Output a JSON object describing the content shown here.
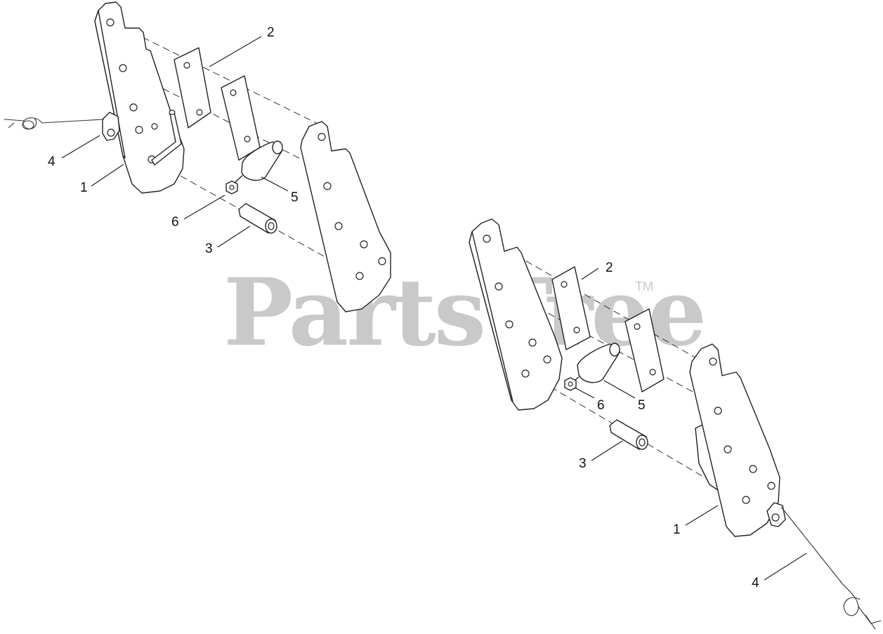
{
  "watermark": {
    "text": "PartsTree",
    "trademark": "TM"
  },
  "assemblies": [
    {
      "callouts": [
        {
          "id": "1",
          "label": "1"
        },
        {
          "id": "2",
          "label": "2"
        },
        {
          "id": "3",
          "label": "3"
        },
        {
          "id": "4",
          "label": "4"
        },
        {
          "id": "5",
          "label": "5"
        },
        {
          "id": "6",
          "label": "6"
        }
      ]
    },
    {
      "callouts": [
        {
          "id": "1",
          "label": "1"
        },
        {
          "id": "2",
          "label": "2"
        },
        {
          "id": "3",
          "label": "3"
        },
        {
          "id": "4",
          "label": "4"
        },
        {
          "id": "5",
          "label": "5"
        },
        {
          "id": "6",
          "label": "6"
        }
      ]
    }
  ]
}
